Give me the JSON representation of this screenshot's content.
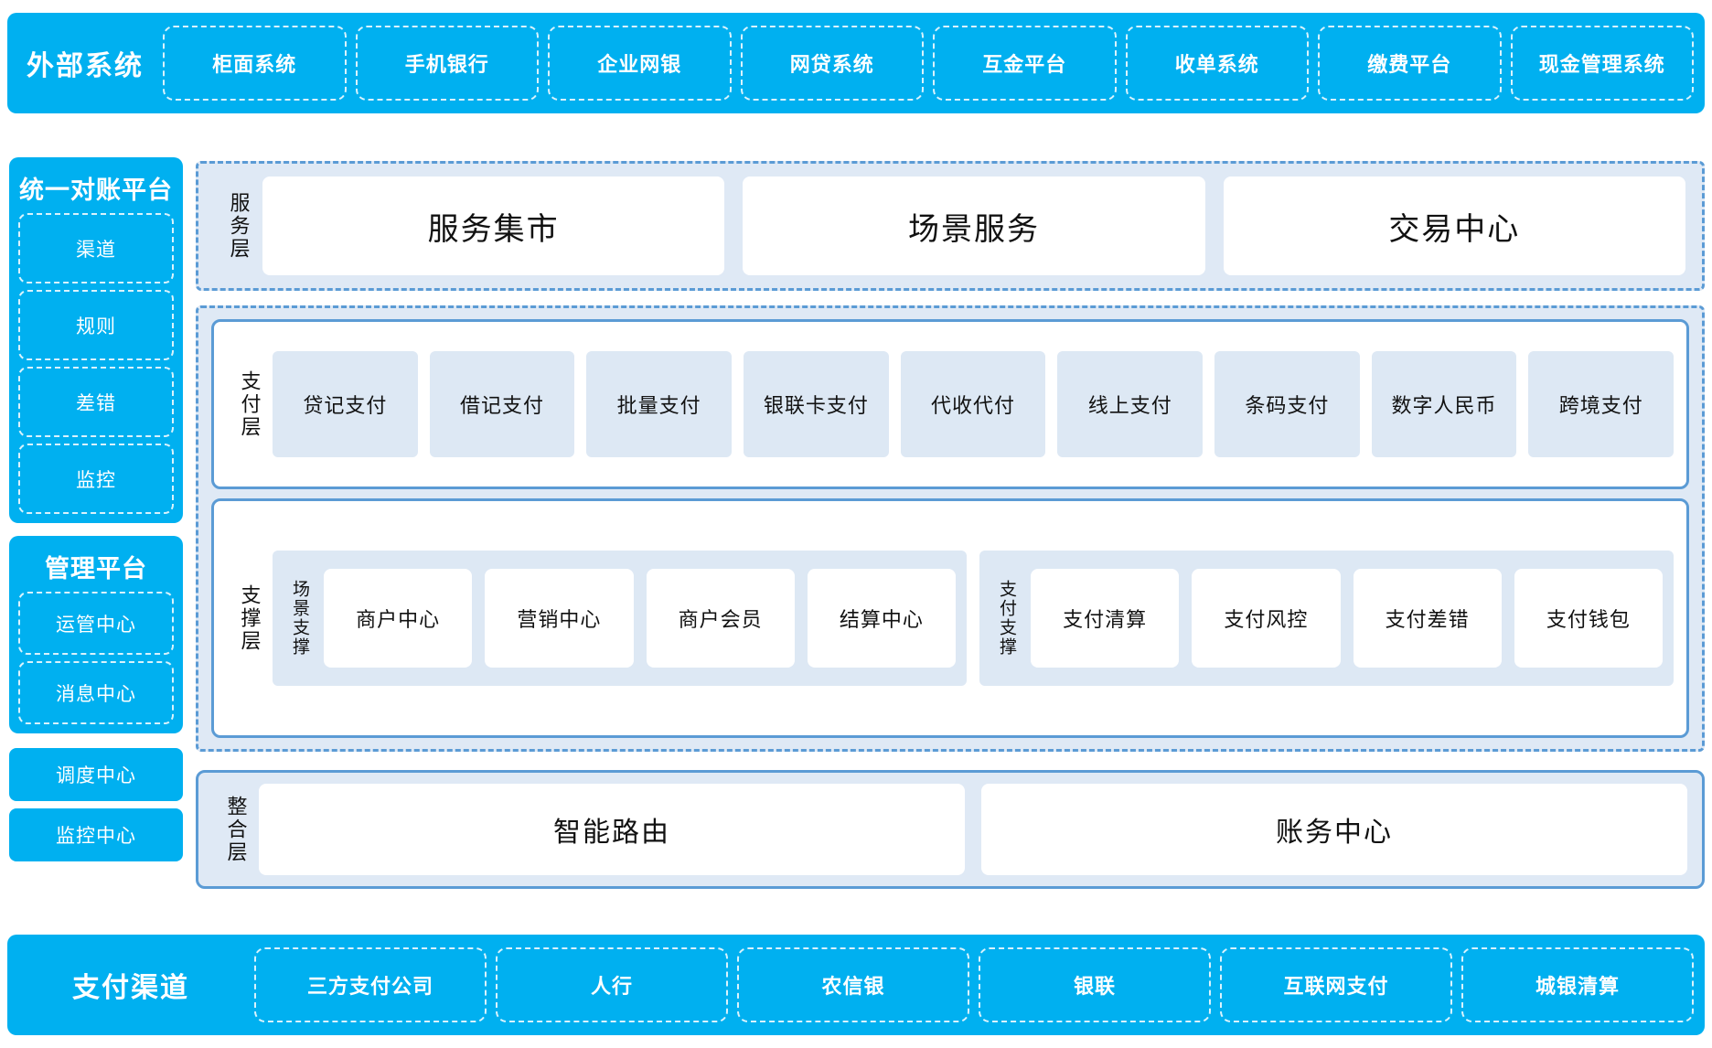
{
  "external_systems": {
    "title": "外部系统",
    "items": [
      "柜面系统",
      "手机银行",
      "企业网银",
      "网贷系统",
      "互金平台",
      "收单系统",
      "缴费平台",
      "现金管理系统"
    ]
  },
  "sidebar": {
    "reconciliation_platform": {
      "title": "统一对账平台",
      "items": [
        "渠道",
        "规则",
        "差错",
        "监控"
      ]
    },
    "management_platform": {
      "title": "管理平台",
      "items": [
        "运管中心",
        "消息中心"
      ]
    },
    "standalone": [
      "调度中心",
      "监控中心"
    ]
  },
  "service_layer": {
    "label": "服务层",
    "items": [
      "服务集市",
      "场景服务",
      "交易中心"
    ]
  },
  "payment_layer": {
    "label": "支付层",
    "items": [
      "贷记支付",
      "借记支付",
      "批量支付",
      "银联卡支付",
      "代收代付",
      "线上支付",
      "条码支付",
      "数字人民币",
      "跨境支付"
    ]
  },
  "support_layer": {
    "label": "支撑层",
    "groups": [
      {
        "label": "场景支撑",
        "items": [
          "商户中心",
          "营销中心",
          "商户会员",
          "结算中心"
        ]
      },
      {
        "label": "支付支撑",
        "items": [
          "支付清算",
          "支付风控",
          "支付差错",
          "支付钱包"
        ]
      }
    ]
  },
  "integration_layer": {
    "label": "整合层",
    "items": [
      "智能路由",
      "账务中心"
    ]
  },
  "payment_channels": {
    "title": "支付渠道",
    "items": [
      "三方支付公司",
      "人行",
      "农信银",
      "银联",
      "互联网支付",
      "城银清算"
    ]
  },
  "colors": {
    "cyan": "#00b0f0",
    "panel_blue": "#dfe9f5",
    "card_border": "#5b9bd5",
    "chip_blue": "#dde8f4",
    "white": "#ffffff"
  }
}
